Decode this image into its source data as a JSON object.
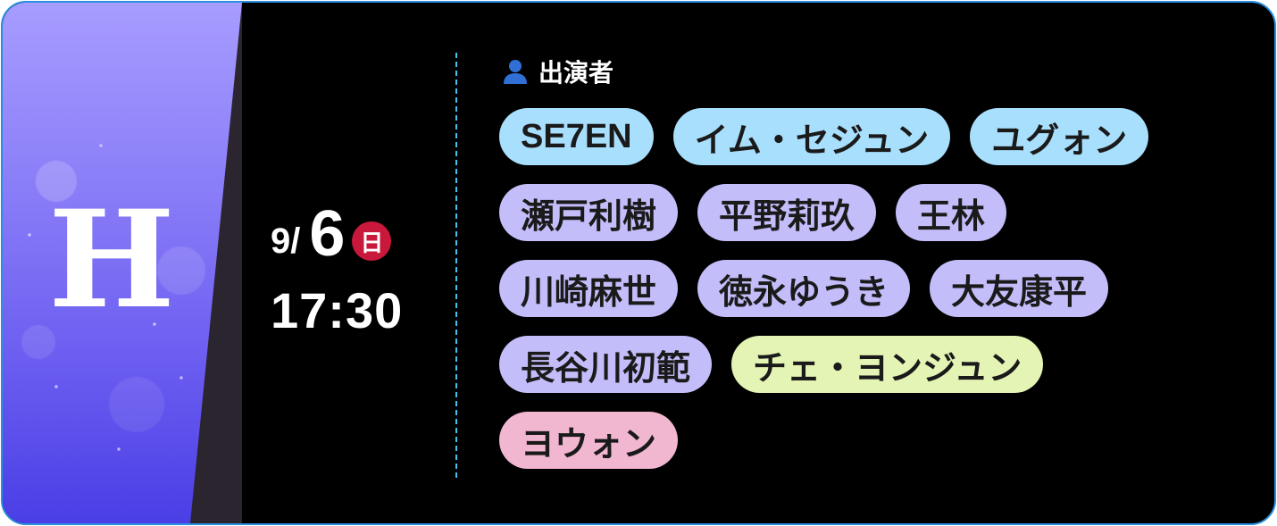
{
  "thumbnail": {
    "logo_letter": "H"
  },
  "schedule": {
    "month": "9/",
    "day": "6",
    "weekday": "日",
    "time": "17:30",
    "weekday_color": "#c8193c"
  },
  "cast": {
    "heading": "出演者",
    "icon": "person-icon",
    "rows": [
      [
        {
          "name": "SE7EN",
          "color": "#a8dffc"
        },
        {
          "name": "イム・セジュン",
          "color": "#a8dffc"
        },
        {
          "name": "ユグォン",
          "color": "#a8dffc"
        }
      ],
      [
        {
          "name": "瀬戸利樹",
          "color": "#c3bdfa"
        },
        {
          "name": "平野莉玖",
          "color": "#c3bdfa"
        },
        {
          "name": "王林",
          "color": "#c3bdfa"
        }
      ],
      [
        {
          "name": "川崎麻世",
          "color": "#c3bdfa"
        },
        {
          "name": "徳永ゆうき",
          "color": "#c3bdfa"
        },
        {
          "name": "大友康平",
          "color": "#c3bdfa"
        }
      ],
      [
        {
          "name": "長谷川初範",
          "color": "#c3bdfa"
        },
        {
          "name": "チェ・ヨンジュン",
          "color": "#e4f4b4"
        }
      ],
      [
        {
          "name": "ヨウォン",
          "color": "#f1b6d0"
        }
      ]
    ]
  },
  "colors": {
    "border": "#2b8fe0",
    "divider": "#45c3ea",
    "background": "#000000"
  }
}
